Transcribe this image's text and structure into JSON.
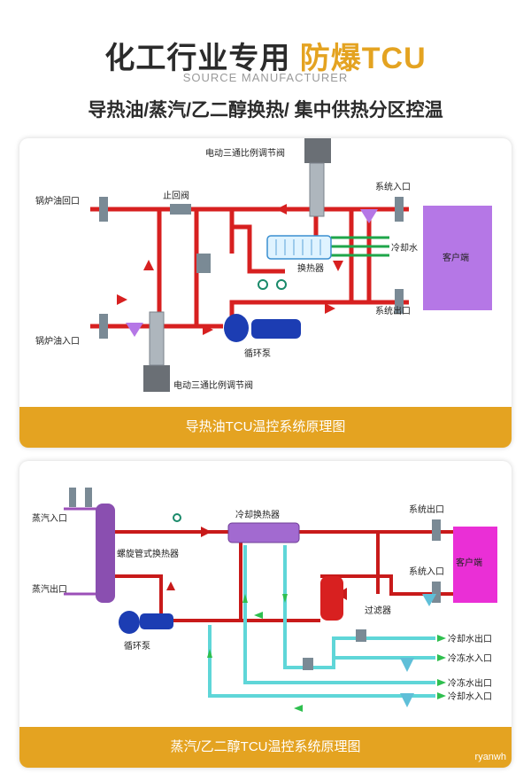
{
  "header": {
    "title_main": "化工行业专用",
    "title_accent": "防爆TCU",
    "subtitle": "SOURCE MANUFACTURER",
    "slogan": "导热油/蒸汽/乙二醇换热/ 集中供热分区控温"
  },
  "diagram1": {
    "banner": "导热油TCU温控系统原理图",
    "labels": {
      "valve_top": "电动三通比例调节阀",
      "boiler_return": "锅炉油回口",
      "check_valve": "止回阀",
      "system_in": "系统入口",
      "cooling_water": "冷却水",
      "exchanger": "换热器",
      "client": "客户端",
      "system_out": "系统出口",
      "boiler_in": "锅炉油入口",
      "pump": "循环泵",
      "valve_bottom": "电动三通比例调节阀"
    },
    "colors": {
      "oil": "#d72020",
      "cool": "#1fa64a",
      "client": "#b577e6"
    }
  },
  "diagram2": {
    "banner": "蒸汽/乙二醇TCU温控系统原理图",
    "labels": {
      "steam_in": "蒸汽入口",
      "steam_out": "蒸汽出口",
      "coil_exchanger": "螺旋管式换热器",
      "cool_exchanger": "冷却换热器",
      "pump": "循环泵",
      "system_out": "系统出口",
      "system_in": "系统入口",
      "client": "客户端",
      "filter": "过滤器",
      "cw_out": "冷却水出口",
      "chw_in": "冷冻水入口",
      "chw_out": "冷冻水出口",
      "cw_in": "冷却水入口"
    },
    "colors": {
      "hot": "#c81a1a",
      "cold": "#5fd6d8",
      "client": "#ea2fd6"
    }
  },
  "watermark": "ryanwh"
}
